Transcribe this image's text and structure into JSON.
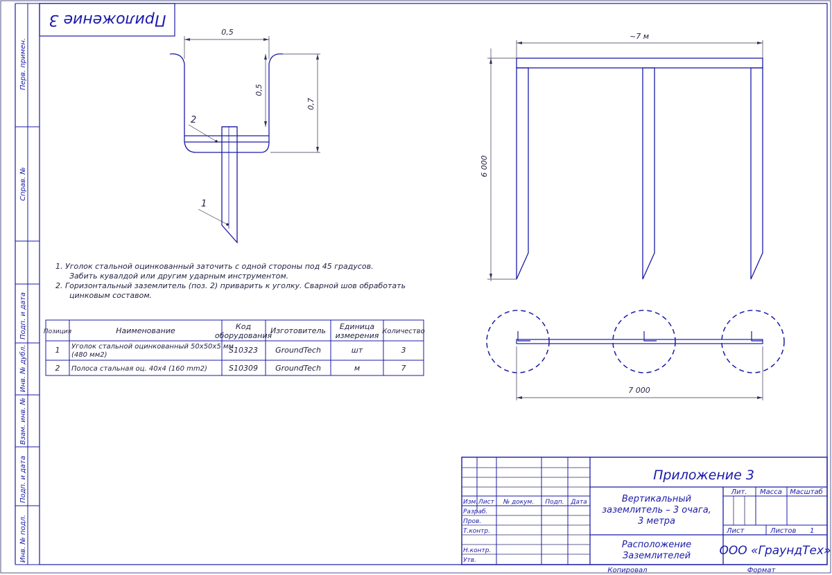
{
  "sidebar": {
    "labels": [
      "Перв. примен.",
      "Справ. №",
      "Подп. и дата",
      "Инв. № дубл.",
      "Взам. инв. №",
      "Подп. и дата",
      "Инв. № подл."
    ]
  },
  "header_stamp": {
    "text": "Приложение 3"
  },
  "section_view": {
    "dim_top": "0,5",
    "dim_side_inner": "0,5",
    "dim_side_outer": "0,7",
    "callout_1": "1",
    "callout_2": "2"
  },
  "notes": {
    "line1": "1. Уголок стальной оцинкованный заточить с одной стороны под 45 градусов.",
    "line2": "Забить кувалдой или другим ударным инструментом.",
    "line3": "2. Горизонтальный заземлитель (поз. 2) приварить к уголку. Сварной шов обработать",
    "line4": "цинковым составом."
  },
  "spec_table": {
    "headers": [
      "Позиция",
      "Наименование",
      "Код оборудования",
      "Изготовитель",
      "Единица измерения",
      "Количество"
    ],
    "headers_line2": [
      "",
      "",
      "оборудования",
      "",
      "измерения",
      ""
    ],
    "headers_line1": [
      "Позиция",
      "Наименование",
      "Код",
      "Изготовитель",
      "Единица",
      "Количество"
    ],
    "rows": [
      {
        "pos": "1",
        "name_line1": "Уголок стальной оцинкованный 50х50х5 мм",
        "name_line2": "(480 мм2)",
        "code": "S10323",
        "maker": "GroundTech",
        "unit": "шт",
        "qty": "3"
      },
      {
        "pos": "2",
        "name_line1": "Полоса стальная оц. 40х4 (160 mm2)",
        "name_line2": "",
        "code": "S10309",
        "maker": "GroundTech",
        "unit": "м",
        "qty": "7"
      }
    ]
  },
  "front_view": {
    "dim_width": "~7 м",
    "dim_height": "6 000"
  },
  "plan_view": {
    "dim_width": "7 000"
  },
  "title_block": {
    "sheet_title": "Приложение 3",
    "doc_title_line1": "Вертикальный",
    "doc_title_line2": "заземлитель – 3 очага,",
    "doc_title_line3": "3 метра",
    "drawing_name_line1": "Расположение",
    "drawing_name_line2": "Заземлителей",
    "col_lit": "Лит.",
    "col_massa": "Масса",
    "col_masshtab": "Масштаб",
    "row_izm": "Изм.",
    "row_list": "Лист",
    "row_docnum": "№ докум.",
    "row_podp": "Подп.",
    "row_data": "Дата",
    "razrab": "Разраб.",
    "prov": "Пров.",
    "tkontr": "Т.контр.",
    "nkontr": "Н.контр.",
    "utv": "Утв.",
    "list_label": "Лист",
    "listov_label": "Листов",
    "listov_value": "1",
    "company": "ООО «ГраундТех»",
    "kopiroval": "Копировал",
    "format": "Формат"
  }
}
